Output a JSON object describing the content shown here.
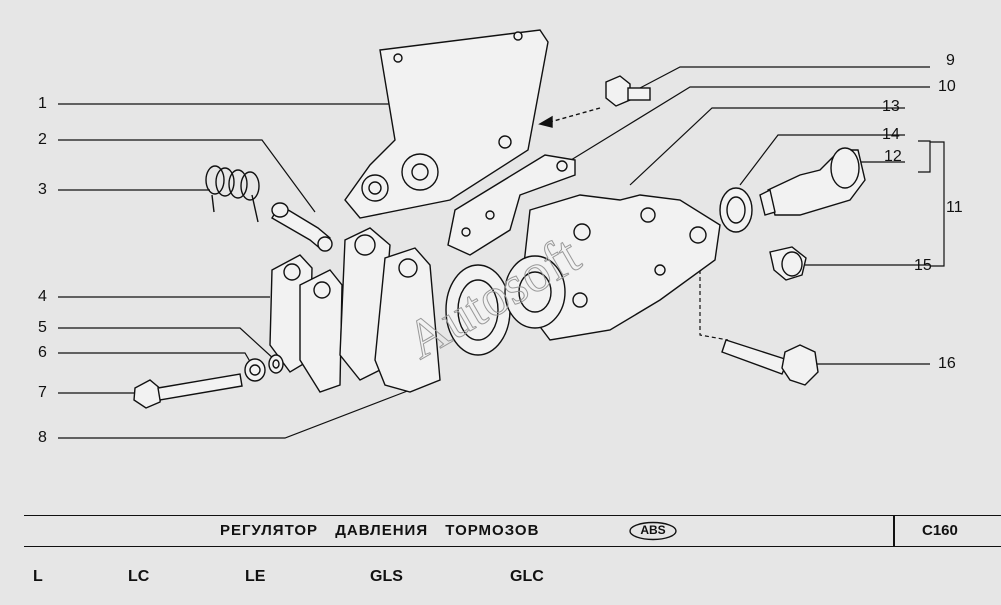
{
  "callouts": [
    "1",
    "2",
    "3",
    "4",
    "5",
    "6",
    "7",
    "8",
    "9",
    "10",
    "11",
    "12",
    "13",
    "14",
    "15",
    "16"
  ],
  "title": {
    "text": "РЕГУЛЯТОР  ДАВЛЕНИЯ  ТОРМОЗОВ",
    "badge": "ABS",
    "code": "C160"
  },
  "variants": [
    "L",
    "LC",
    "LE",
    "GLS",
    "GLC"
  ],
  "watermark": "Autosoft"
}
